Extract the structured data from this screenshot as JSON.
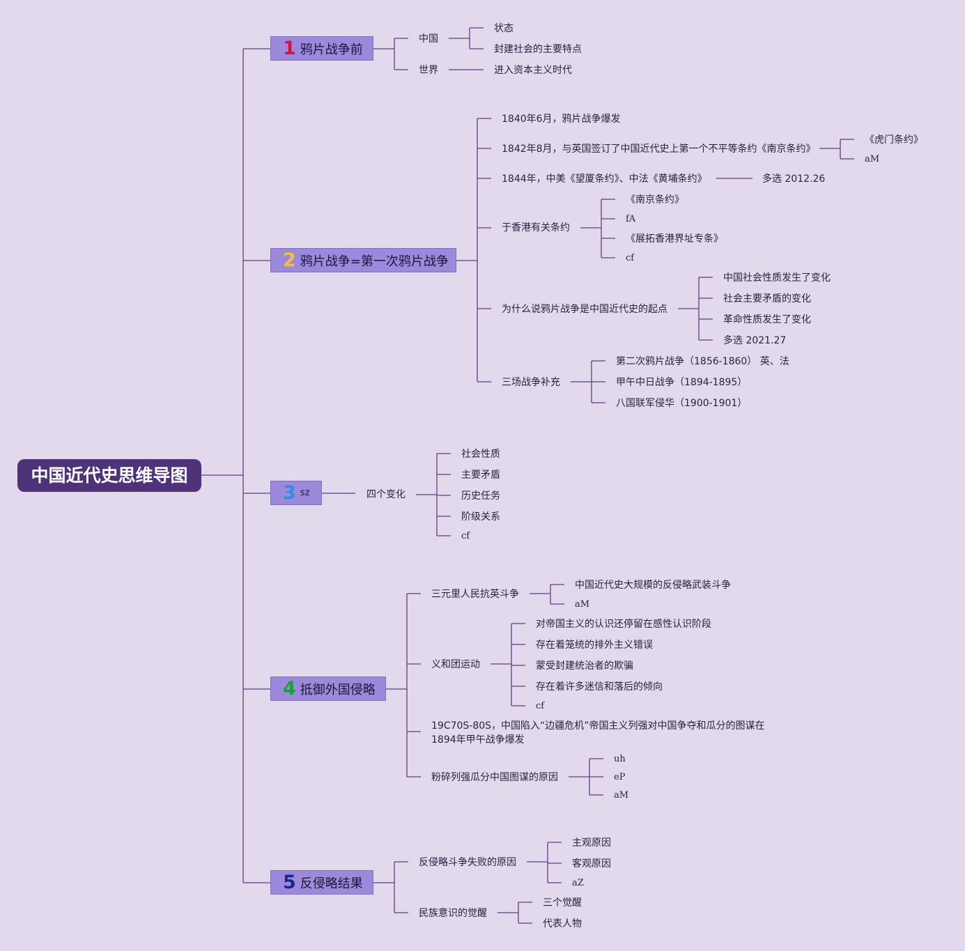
{
  "root": {
    "title": "中国近代史思维导图"
  },
  "sections": [
    {
      "num": "1",
      "num_color": "#d4143c",
      "label": "鸦片战争前"
    },
    {
      "num": "2",
      "num_color": "#f2c230",
      "label": "鸦片战争=第一次鸦片战争"
    },
    {
      "num": "3",
      "num_color": "#2d8fe6",
      "label": "sz"
    },
    {
      "num": "4",
      "num_color": "#1f9e38",
      "label": "抵御外国侵略"
    },
    {
      "num": "5",
      "num_color": "#1a2a8a",
      "label": "反侵略结果"
    }
  ],
  "s1": {
    "china": "中国",
    "state": "状态",
    "feudal": "封建社会的主要特点",
    "world": "世界",
    "capitalism": "进入资本主义时代"
  },
  "s2": {
    "war1840": "1840年6月，鸦片战争爆发",
    "nanjing": "1842年8月，与英国签订了中国近代史上第一个不平等条约《南京条约》",
    "humen": "《虎门条约》",
    "am": "aM",
    "wangxia": "1844年，中美《望厦条约》、中法《黄埔条约》",
    "multi2012": "多选 2012.26",
    "hk": "于香港有关条约",
    "hk_items": [
      "《南京条约》",
      "fA",
      "《展拓香港界址专条》",
      "cf"
    ],
    "why": "为什么说鸦片战争是中国近代史的起点",
    "why_items": [
      "中国社会性质发生了变化",
      "社会主要矛盾的变化",
      "革命性质发生了变化",
      "多选 2021.27"
    ],
    "three": "三场战争补充",
    "three_items": [
      "第二次鸦片战争（1856-1860） 英、法",
      "甲午中日战争（1894-1895）",
      "八国联军侵华（1900-1901）"
    ]
  },
  "s3": {
    "four": "四个变化",
    "items": [
      "社会性质",
      "主要矛盾",
      "历史任务",
      "阶级关系",
      "cf"
    ]
  },
  "s4": {
    "sanyuanli": "三元里人民抗英斗争",
    "sanyuanli_items": [
      "中国近代史大规模的反侵略武装斗争",
      "aM"
    ],
    "yihe": "义和团运动",
    "yihe_items": [
      "对帝国主义的认识还停留在感性认识阶段",
      "存在着笼统的排外主义错误",
      "蒙受封建统治者的欺骗",
      "存在着许多迷信和落后的倾向",
      "cf"
    ],
    "frontier": "19C70S-80S，中国陷入“边疆危机”帝国主义列强对中国争夺和瓜分的图谋在1894年甲午战争爆发",
    "smash": "粉碎列强瓜分中国图谋的原因",
    "smash_items": [
      "uh",
      "eP",
      "aM"
    ]
  },
  "s5": {
    "fail": "反侵略斗争失败的原因",
    "fail_items": [
      "主观原因",
      "客观原因",
      "aZ"
    ],
    "aware": "民族意识的觉醒",
    "aware_items": [
      "三个觉醒",
      "代表人物"
    ]
  },
  "colors": {
    "background": "#e3d9ec",
    "root": "#4f3379",
    "section": "#9d89dc",
    "line": "#5a3f86"
  }
}
